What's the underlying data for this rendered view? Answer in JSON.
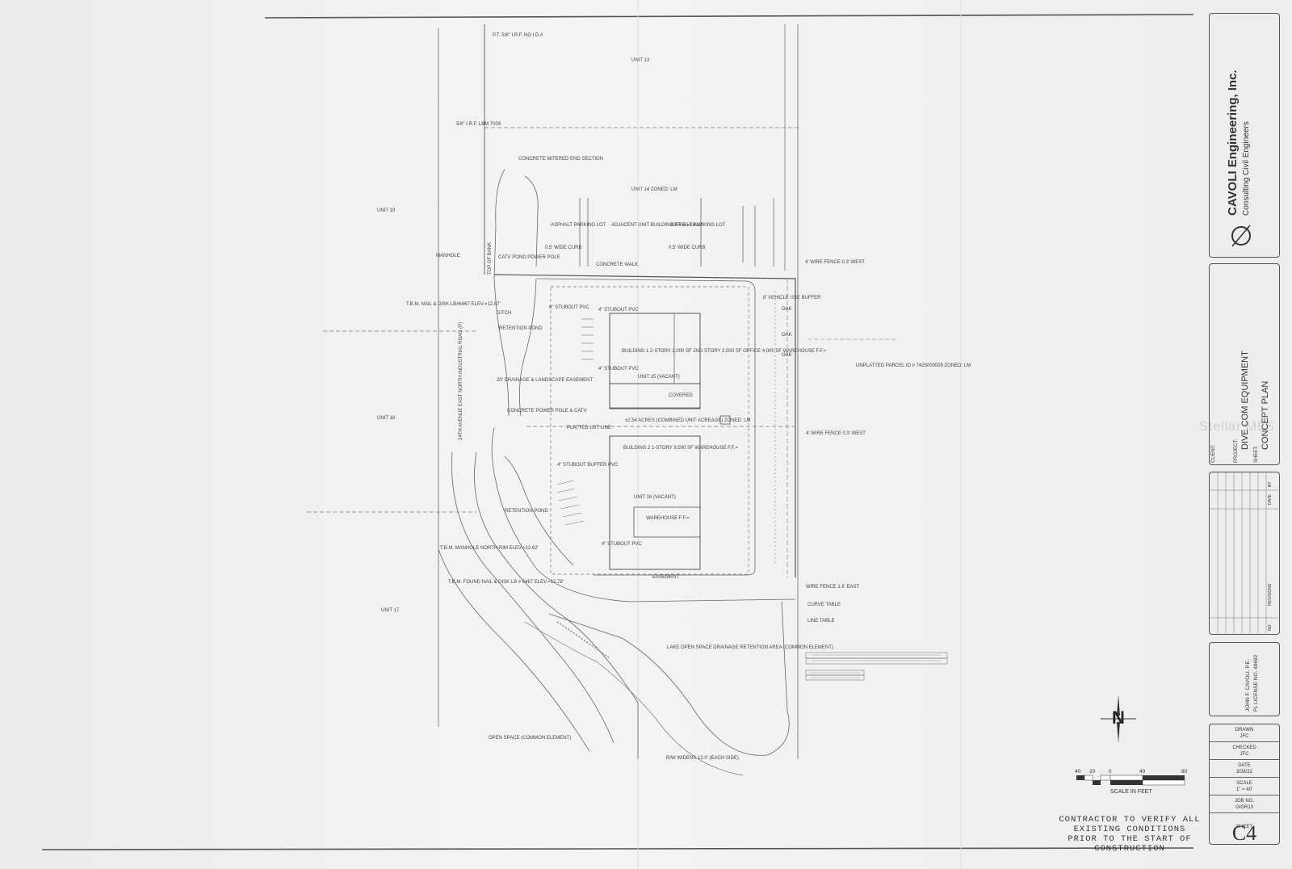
{
  "units": {
    "unit13": "UNIT 13",
    "unit14_zoned": "UNIT 14 ZONED: LM",
    "unit19": "UNIT 19",
    "unit18": "UNIT 18",
    "unit17": "UNIT 17"
  },
  "labels": {
    "top_irf": "P.T. 5/8\" I.R.F. NO I.D.#",
    "irf_lbm": "5/8\" I.R.F. LBM 7009",
    "concrete_end": "CONCRETE MITERED END SECTION",
    "asphalt_left": "ASPHALT PARKING LOT",
    "asphalt_right": "ASPHALT PARKING LOT",
    "adjacent_bldg": "ADJACENT UNIT BUILDING F.F.E.=16.10'",
    "curb_left": "0.5' WIDE CURB",
    "curb_right": "0.5' WIDE CURB",
    "concrete_walk": "CONCRETE WALK",
    "top_of_bank": "TOP OF BANK",
    "manhole": "MANHOLE",
    "catv_pole": "CATV POND POWER POLE",
    "tbm_top": "T.B.M. NAIL & DISK LB#6467 ELEV.=12.87'",
    "retention_pond_top": "RETENTION POND",
    "drainage_easement": "20' DRAINAGE & LANDSCAPE EASEMENT",
    "ditch": "DITCH",
    "road": "24TH AVENUE EAST NORTH INDUSTRIAL ROAD (P)",
    "concrete_power": "CONCRETE POWER POLE & CATV",
    "stubout_pvc_1": "6\" STUBOUT PVC",
    "stubout_pvc_2": "4\" STUBOUT PVC",
    "stubout_pvc_3": "4\" STUBOUT PVC",
    "stubout_pvc_4": "4\" STUBOUT BUFFER PVC",
    "stubout_pvc_5": "4\" STUBOUT PVC",
    "building1": "BUILDING 1 2-STORY 2,000 SF 2ND STORY 2,000 SF OFFICE 4,000 SF WAREHOUSE F.F.=",
    "unit15": "UNIT 15 (VACANT)",
    "covered": "COVERED",
    "acres": "±2.54 ACRES (COMBINED UNIT ACREAGE) ZONED: LM",
    "platted_lot_line": "PLATTED LOT LINE",
    "building2": "BUILDING 2 1-STORY 9,500 SF WAREHOUSE F.F.=",
    "unit16": "UNIT 16 (VACANT)",
    "warehouse": "WAREHOUSE F.F.=",
    "retention_pond_bottom": "RETENTION POND",
    "tbm_manhole": "T.B.M. MANHOLE NORTH RIM ELEV.=12.62'",
    "tbm_found": "T.B.M. FOUND NAIL & DISK LB # 6467 ELEV.=12.78'",
    "wire_fence_top": "4' WIRE FENCE 0.3' WEST",
    "oak1": "OAK",
    "oak2": "OAK",
    "oak3": "OAK",
    "vehicle_buffer": "8' VEHICLE USE BUFFER",
    "unplatted": "UNPLATTED PARCEL ID # 7425000005 ZONED: LM",
    "wire_fence_mid": "4' WIRE FENCE 0.3' WEST",
    "wire_fence_bottom": "WIRE FENCE 1.6' EAST",
    "curve_table": "CURVE TABLE",
    "line_table": "LINE TABLE",
    "lake": "LAKE OPEN SPACE DRAINAGE RETENTION AREA (COMMON ELEMENT)",
    "open_space": "OPEN SPACE (COMMON ELEMENT)",
    "rw_widens": "R/W WIDENS 12.0' (EACH SIDE)",
    "easement": "EASEMENT"
  },
  "title_block": {
    "firm": "CAVOLI Engineering, Inc.",
    "firm_sub": "Consulting Civil Engineers",
    "client_label": "CLIENT:",
    "project_label": "PROJECT:",
    "project": "DIVE COM EQUIPMENT",
    "sheet_label": "SHEET:",
    "sheet_title": "CONCEPT PLAN",
    "rev_no": "NO.",
    "revisions": "REVISIONS",
    "date": "DATE",
    "by": "BY",
    "engineer": "JOHN F. CAVOLI, P.E.",
    "license": "FL LICENSE NO. 48692",
    "drawn_label": "DRAWN",
    "drawn": "JFC",
    "checked_label": "CHECKED",
    "checked": "JFC",
    "date_label": "DATE",
    "date_value": "3/28/22",
    "scale_label": "SCALE",
    "scale_value": "1\" = 40'",
    "job_label": "JOB NO.",
    "job_value": "GIGR13",
    "sheet_no_label": "SHEET",
    "sheet_no": "C4"
  },
  "north": "N",
  "scale_bar": {
    "ticks": [
      "40",
      "20",
      "0",
      "40",
      "80"
    ],
    "caption": "SCALE IN FEET"
  },
  "contractor_note": "CONTRACTOR TO VERIFY ALL EXISTING CONDITIONS PRIOR TO THE START OF CONSTRUCTION",
  "watermark": "Stellar MLS"
}
